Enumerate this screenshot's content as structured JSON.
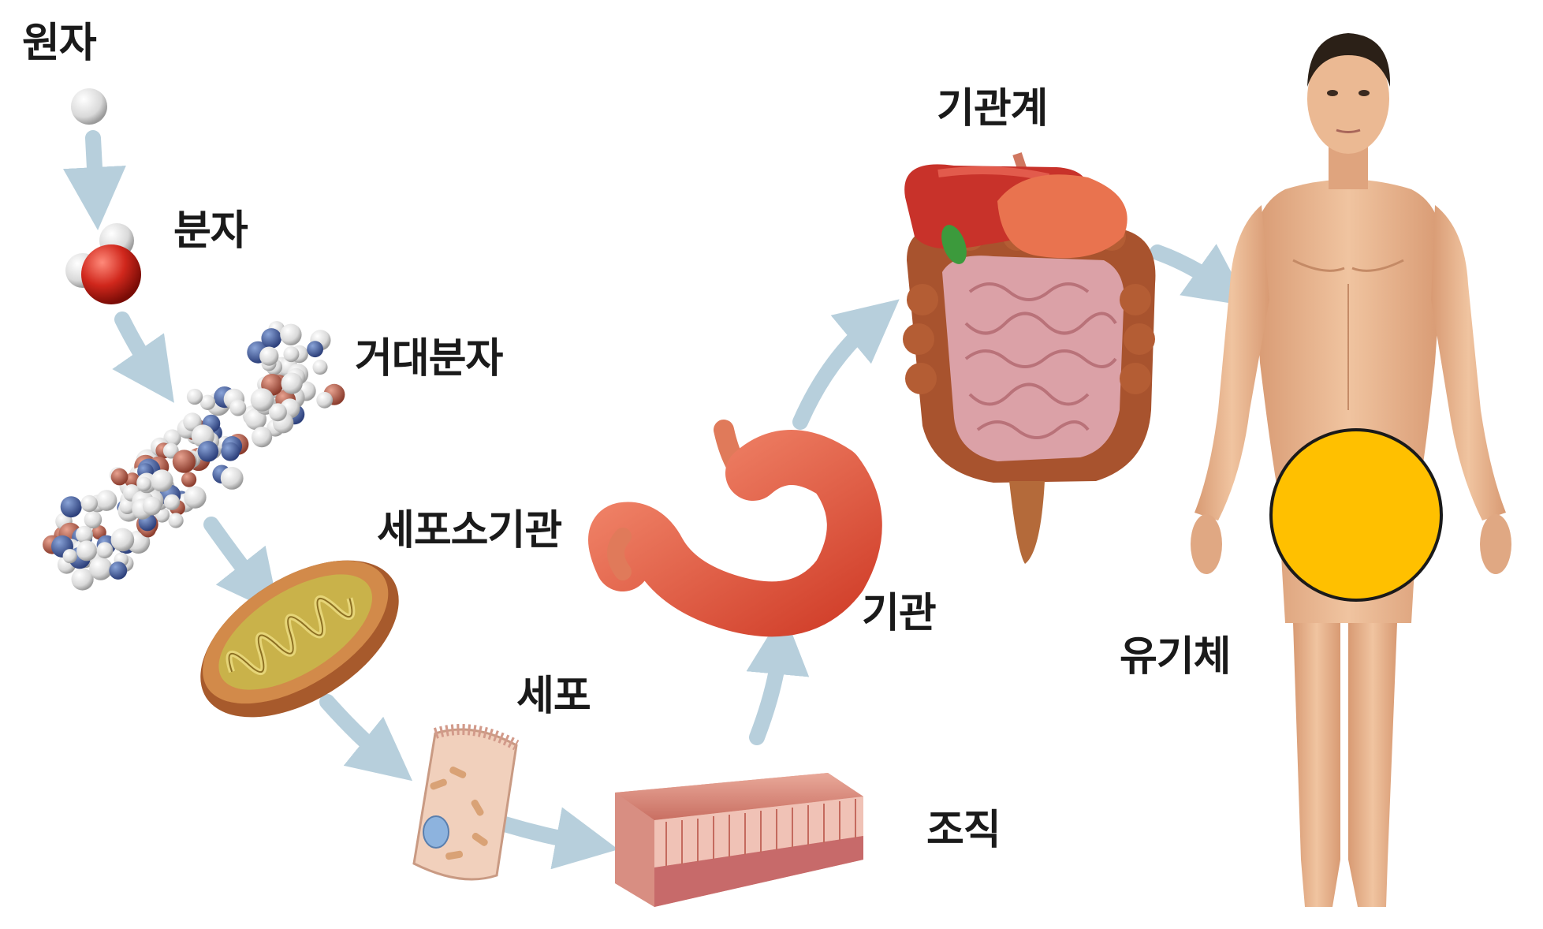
{
  "levels": [
    {
      "key": "atom",
      "label": "원자"
    },
    {
      "key": "molecule",
      "label": "분자"
    },
    {
      "key": "macromolecule",
      "label": "거대분자"
    },
    {
      "key": "organelle",
      "label": "세포소기관"
    },
    {
      "key": "cell",
      "label": "세포"
    },
    {
      "key": "tissue",
      "label": "조직"
    },
    {
      "key": "organ",
      "label": "기관"
    },
    {
      "key": "organ_system",
      "label": "기관계"
    },
    {
      "key": "organism",
      "label": "유기체"
    }
  ],
  "colors": {
    "arrow": "#b7cfdc",
    "text": "#1a1a1a",
    "censor_circle": "#ffc000",
    "skin": "#e9b892",
    "stomach": "#e8553e",
    "liver": "#c8322a",
    "intestine": "#d8a2a8"
  }
}
